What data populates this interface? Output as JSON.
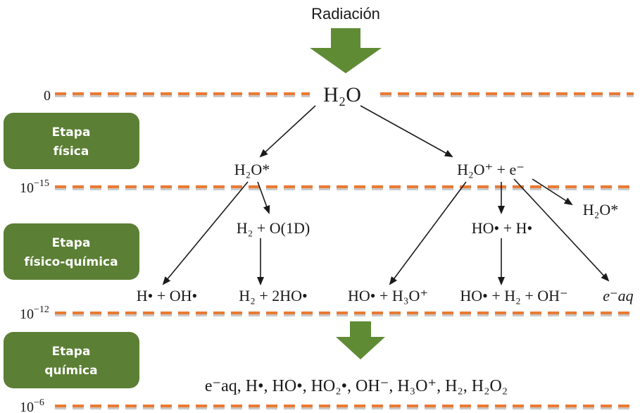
{
  "colors": {
    "dash": "#ea7a33",
    "dash_shadow": "#c9c9c9",
    "stage_box": "#5b7f34",
    "arrow_big": "#5f8b35",
    "text": "#1a1a1a"
  },
  "radiation_label": "Radiación",
  "timescale": {
    "t0": "0",
    "t1_base": "10",
    "t1_exp": "−15",
    "t2_base": "10",
    "t2_exp": "−12",
    "t3_base": "10",
    "t3_exp": "−6"
  },
  "stages": {
    "physical": {
      "line1": "Etapa",
      "line2": "física"
    },
    "physchem": {
      "line1": "Etapa",
      "line2": "físico-química"
    },
    "chemical": {
      "line1": "Etapa",
      "line2": "química"
    }
  },
  "species": {
    "water": "H₂O",
    "excited_water": "H₂O*",
    "ionized_water": "H₂O⁺ + e⁻",
    "excited_water_2": "H₂O*",
    "h2_o1d": "H₂ + O(1D)",
    "ho_h": "HO• + H•",
    "p1": "H• + OH•",
    "p2": "H₂ + 2HO•",
    "p3": "HO• + H₃O⁺",
    "p4": "HO• + H₂ + OH⁻",
    "p5": "e⁻aq",
    "final": "e⁻aq, H•, HO•, HO₂•, OH⁻, H₃O⁺, H₂, H₂O₂"
  },
  "icons": [
    "radiation-arrow-icon",
    "down-arrow-icon"
  ]
}
